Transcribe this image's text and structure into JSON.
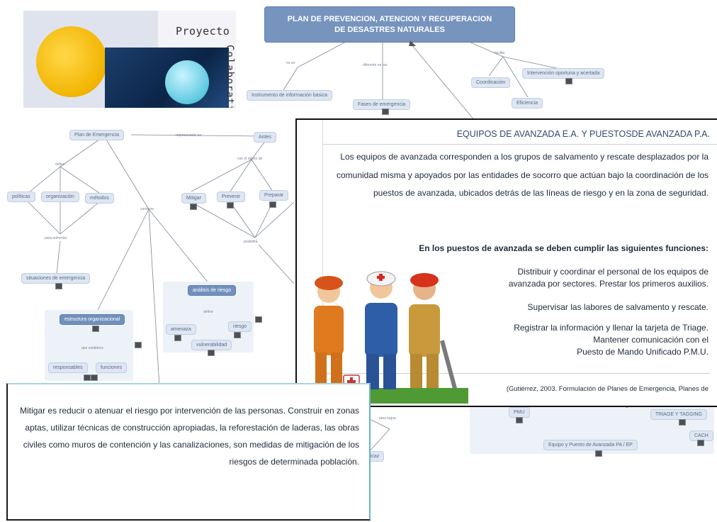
{
  "logo": {
    "title": "Proyecto",
    "side": "Colaborativo"
  },
  "map_title": "PLAN DE PREVENCION, ATENCION Y RECUPERACION DE DESASTRES NATURALES",
  "nodes": {
    "instrumento": "Instrumento de información básica",
    "fases": "Fases de emergencia",
    "coordinacion": "Coordinación",
    "intervencion": "Intervención oportuna y acertada",
    "eficiencia": "Eficiencia",
    "plan": "Plan de Emergencia",
    "antes": "Antes",
    "politicas": "políticas",
    "organizacion": "organización",
    "metodos": "métodos",
    "situaciones": "situaciones de emergencia",
    "mitigar": "Mitigar",
    "prevenir": "Prevenir",
    "preparar": "Preparar",
    "analisis": "análisis de riesgo",
    "amenaza": "amenaza",
    "riesgo": "riesgo",
    "vulnerabilidad": "vulnerabilidad",
    "estructura": "estructura organizacional",
    "responsables": "responsables",
    "funciones": "funciones",
    "pmu": "PMU",
    "triage": "TRIAGE Y TAGGING",
    "cach": "CACH",
    "equipo_pa": "Equipo y Puesto de Avanzada PA / EP",
    "eficaz": "eficaz"
  },
  "links": {
    "es_un": "es un",
    "diferentes": "diferente en las",
    "facilita": "facilita",
    "representado": "representado en",
    "con_objeto": "con el objeto de",
    "define": "define",
    "para_enfrentar": "para enfrentar",
    "contiene": "contiene",
    "posibilita": "posibilita",
    "define2": "define",
    "que_establece": "que establece",
    "para_lograr": "para lograr"
  },
  "equipos": {
    "title": "EQUIPOS DE AVANZADA E.A. Y PUESTOSDE AVANZADA P.A.",
    "paragraph": "Los equipos de avanzada corresponden a los grupos de salvamento y rescate desplazados por la comunidad misma y apoyados por las entidades de socorro que actúan bajo la coordinación de los puestos de avanzada, ubicados detrás de las líneas de riesgo y en la zona de seguridad.",
    "subtitle": "En los puestos de avanzada se deben cumplir las siguientes funciones:",
    "f1a": "Distribuir y coordinar el personal de los equipos de",
    "f1b": "avanzada por sectores.  Prestar los primeros auxilios.",
    "f2": "Supervisar las labores de salvamento y rescate.",
    "f3a": "Registrar la información y llenar la tarjeta de Triage.",
    "f3b": "Mantener comunicación con el",
    "f3c": "Puesto de Mando Unificado P.M.U.",
    "citation": "(Gutiérrez, 2003. Formulación de Planes de Emergencia, Planes de"
  },
  "mitigar_text": "Mitigar es reducir o atenuar el riesgo por intervención de las personas. Construir en zonas aptas, utilizar técnicas de construcción apropiadas, la reforestación de laderas, las obras civiles como muros de contención y las canalizaciones, son medidas de mitigación de los riesgos de determinada población.",
  "colors": {
    "title_box": "#7794bf",
    "node": "#dde6f2",
    "text": "#1f2a3c"
  }
}
